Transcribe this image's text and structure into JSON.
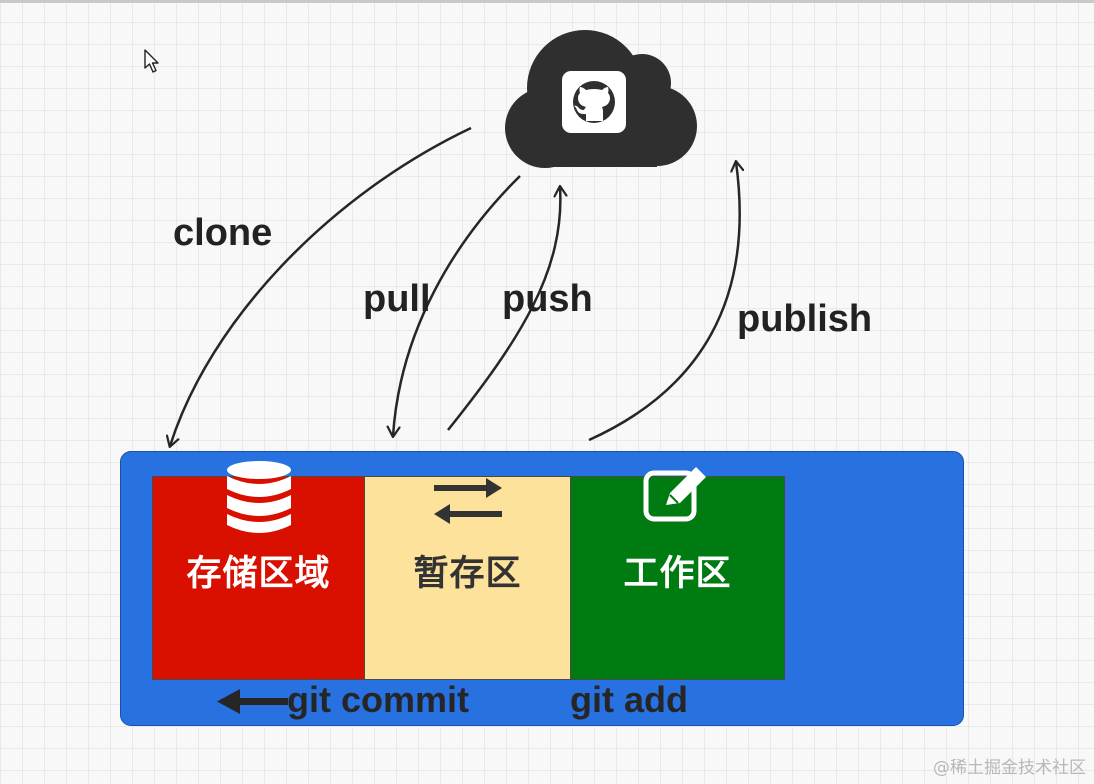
{
  "flows": {
    "clone": "clone",
    "pull": "pull",
    "push": "push",
    "publish": "publish"
  },
  "remote": {
    "icon": "github-cloud-icon"
  },
  "zones": [
    {
      "label": "存储区域",
      "icon": "database-icon",
      "color": "#d90f00",
      "text_color": "#ffffff"
    },
    {
      "label": "暂存区",
      "icon": "swap-arrows-icon",
      "color": "#fce29a",
      "text_color": "#333333"
    },
    {
      "label": "工作区",
      "icon": "edit-icon",
      "color": "#007b12",
      "text_color": "#ffffff"
    }
  ],
  "commands": {
    "commit": "git commit",
    "add": "git add"
  },
  "panel_color": "#2771e0",
  "watermark": "@稀土掘金技术社区"
}
